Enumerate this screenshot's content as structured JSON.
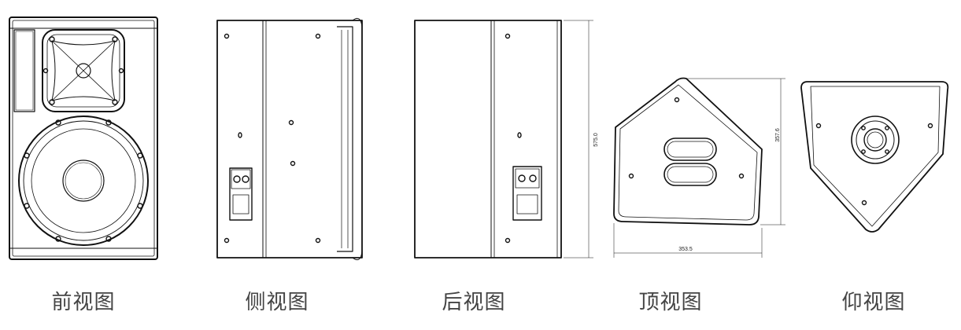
{
  "views": {
    "front": {
      "label": "前视图"
    },
    "side": {
      "label": "侧视图"
    },
    "back": {
      "label": "后视图"
    },
    "top": {
      "label": "顶视图"
    },
    "bottom": {
      "label": "仰视图"
    }
  },
  "dimensions": {
    "height": "575.0",
    "depth": "357.6",
    "width": "353.5"
  },
  "colors": {
    "line": "#111111",
    "label": "#444444"
  }
}
